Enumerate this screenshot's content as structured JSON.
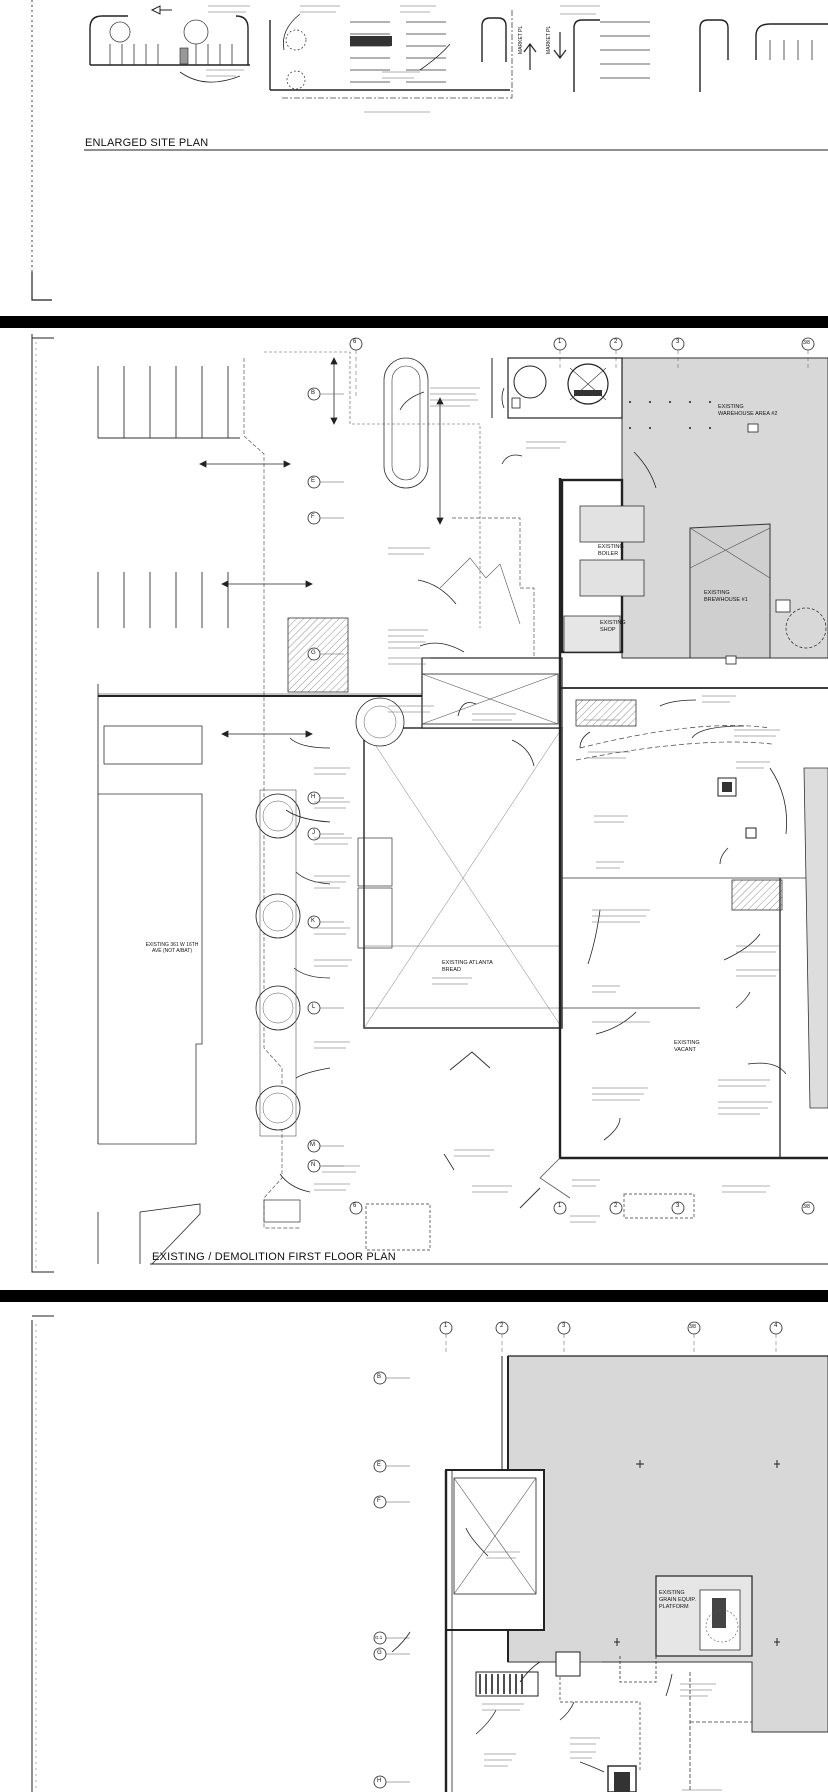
{
  "viewer": {
    "sheet_count": 3
  },
  "sheet1": {
    "title": "ENLARGED SITE PLAN",
    "street_labels": [
      "MARKET PL",
      "MARKET PL"
    ]
  },
  "sheet2": {
    "title": "EXISTING / DEMOLITION FIRST FLOOR PLAN",
    "grid_top": [
      "6",
      "1",
      "2",
      "3",
      "3/8"
    ],
    "grid_bottom": [
      "6",
      "1",
      "2",
      "3",
      "3/8"
    ],
    "grid_left": [
      "B",
      "E",
      "F",
      "G",
      "H",
      "J",
      "K",
      "L",
      "M",
      "N"
    ],
    "rooms": {
      "warehouse": "EXISTING WAREHOUSE AREA #2",
      "boiler": "EXISTING BOILER",
      "brewhouse": "EXISTING BREWHOUSE #1",
      "shop": "EXISTING SHOP",
      "atlanta_bread": "EXISTING ATLANTA BREAD",
      "vacant": "EXISTING VACANT",
      "neighbor": "EXISTING 361 W 16TH AVE (NOT A/BAT)"
    }
  },
  "sheet3": {
    "grid_top": [
      "1",
      "2",
      "3",
      "3/8",
      "4"
    ],
    "grid_left": [
      "B",
      "E",
      "F",
      "G.1",
      "G",
      "H"
    ],
    "rooms": {
      "grain": "EXISTING GRAIN EQUIP. PLATFORM"
    }
  }
}
